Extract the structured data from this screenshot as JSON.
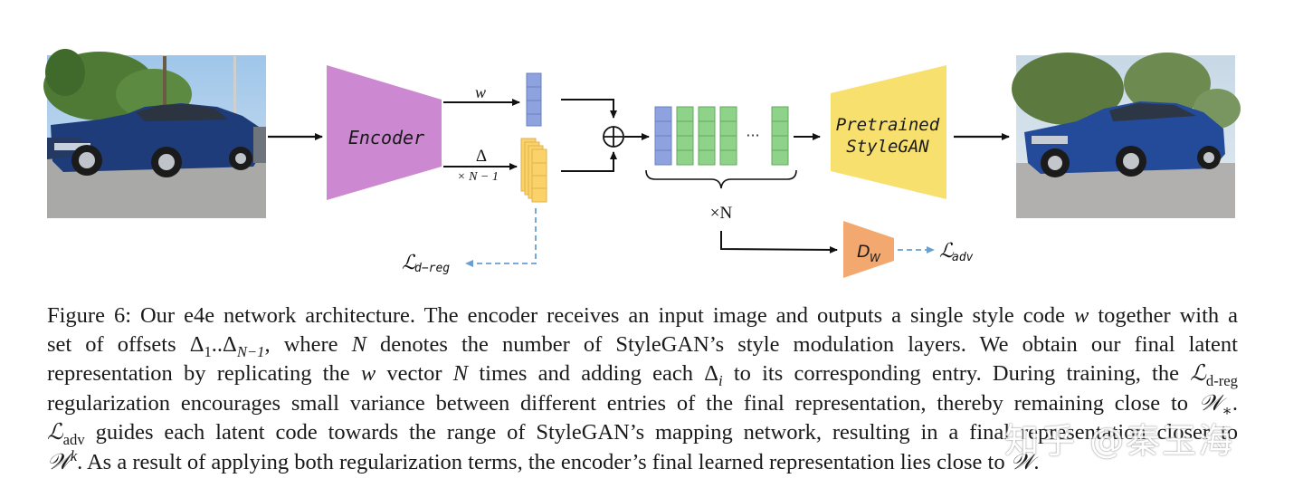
{
  "diagram": {
    "encoder_label": "Encoder",
    "generator_label_line1": "Pretrained",
    "generator_label_line2": "StyleGAN",
    "w_label": "w",
    "delta_label": "Δ",
    "delta_count_label": "× N − 1",
    "plus_symbol": "⊕",
    "ellipsis": "···",
    "brace_label": "×N",
    "discriminator_label": "D",
    "discriminator_sub": "W",
    "loss_dreg_label": "ℒ",
    "loss_dreg_sub": "d−reg",
    "loss_adv_label": "ℒ",
    "loss_adv_sub": "adv",
    "colors": {
      "encoder": "#cc88d0",
      "generator": "#f7e06e",
      "blue_code": "#8ea2df",
      "green_code": "#8fd38a",
      "orange_offsets": "#fbd26a",
      "discriminator": "#f3a870",
      "dashed_arrow": "#6a9fd0"
    }
  },
  "caption": {
    "line1_a": "Figure 6: Our e4e network architecture. The encoder receives an input image and outputs a single style code ",
    "line1_w": "w",
    "line1_b": " together with a",
    "line2_a": "set of offsets Δ",
    "line2_sub1": "1",
    "line2_mid": "..Δ",
    "line2_sub2": "N−1",
    "line2_b": ", where ",
    "line2_N": "N",
    "line2_c": " denotes the number of StyleGAN’s style modulation layers. We obtain our final latent",
    "line3_a": "representation by replicating the ",
    "line3_w": "w",
    "line3_b": " vector ",
    "line3_N": "N",
    "line3_c": " times and adding each Δ",
    "line3_sub": "i",
    "line3_d": " to its corresponding entry. During training, the ",
    "line3_L": "ℒ",
    "line3_Lsub": "d-reg",
    "line4_a": "regularization encourages small variance between different entries of the final representation, thereby remaining close to ",
    "line4_W": "𝒲",
    "line4_Wsub": "∗",
    "line4_b": ".",
    "line5_L": "ℒ",
    "line5_Lsub": "adv",
    "line5_a": " guides each latent code towards the range of StyleGAN’s mapping network, resulting in a final representation closer to",
    "line6_W": "𝒲",
    "line6_Wsup": "k",
    "line6_a": ". As a result of applying both regularization terms, the encoder’s final learned representation lies close to ",
    "line6_W2": "𝒲",
    "line6_b": "."
  },
  "watermark": "知乎 @秦玉海"
}
